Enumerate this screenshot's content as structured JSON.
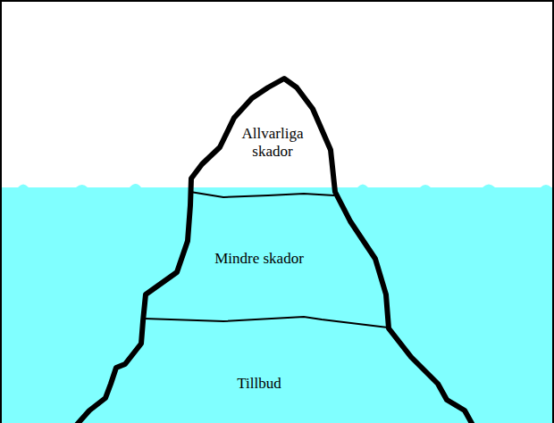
{
  "diagram": {
    "nodes": [
      {
        "text": [
          "Allvarliga skador"
        ]
      },
      {
        "text": [
          "Mindre skador"
        ]
      },
      {
        "text": [
          "Tillbud"
        ]
      }
    ]
  }
}
